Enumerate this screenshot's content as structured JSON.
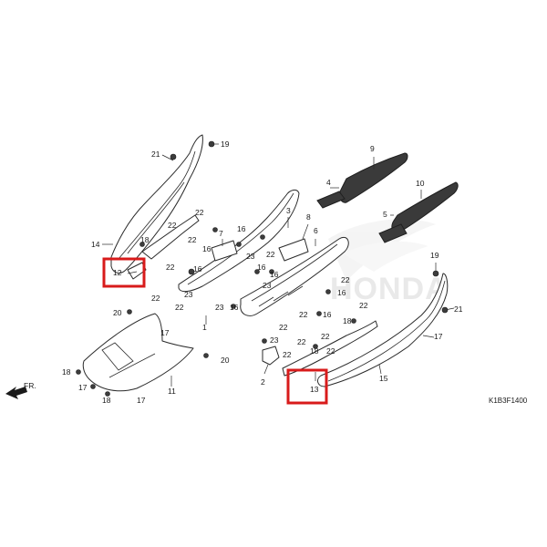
{
  "diagram": {
    "code": "K1B3F1400",
    "front_label": "FR.",
    "watermark": "HONDA",
    "highlight_color": "#d81b1b",
    "highlighted_parts": [
      "12",
      "13"
    ]
  },
  "callouts": {
    "c1": "1",
    "c2": "2",
    "c3": "3",
    "c4": "4",
    "c5": "5",
    "c6": "6",
    "c7": "7",
    "c8": "8",
    "c9": "9",
    "c10": "10",
    "c11": "11",
    "c12": "12",
    "c13": "13",
    "c14": "14",
    "c15": "15",
    "c16a": "16",
    "c16b": "16",
    "c16c": "16",
    "c16d": "16",
    "c16e": "16",
    "c16f": "16",
    "c16g": "16",
    "c16h": "16",
    "c17a": "17",
    "c17b": "17",
    "c17c": "17",
    "c17d": "17",
    "c18a": "18",
    "c18b": "18",
    "c18c": "18",
    "c18d": "18",
    "c18e": "18",
    "c19a": "19",
    "c19b": "19",
    "c20a": "20",
    "c20b": "20",
    "c21a": "21",
    "c21b": "21",
    "c22a": "22",
    "c22b": "22",
    "c22c": "22",
    "c22d": "22",
    "c22e": "22",
    "c22f": "22",
    "c22g": "22",
    "c22h": "22",
    "c22i": "22",
    "c22j": "22",
    "c22k": "22",
    "c22l": "22",
    "c22m": "22",
    "c22n": "22",
    "c22o": "22",
    "c23a": "23",
    "c23b": "23",
    "c23c": "23",
    "c23d": "23",
    "c23e": "23"
  }
}
